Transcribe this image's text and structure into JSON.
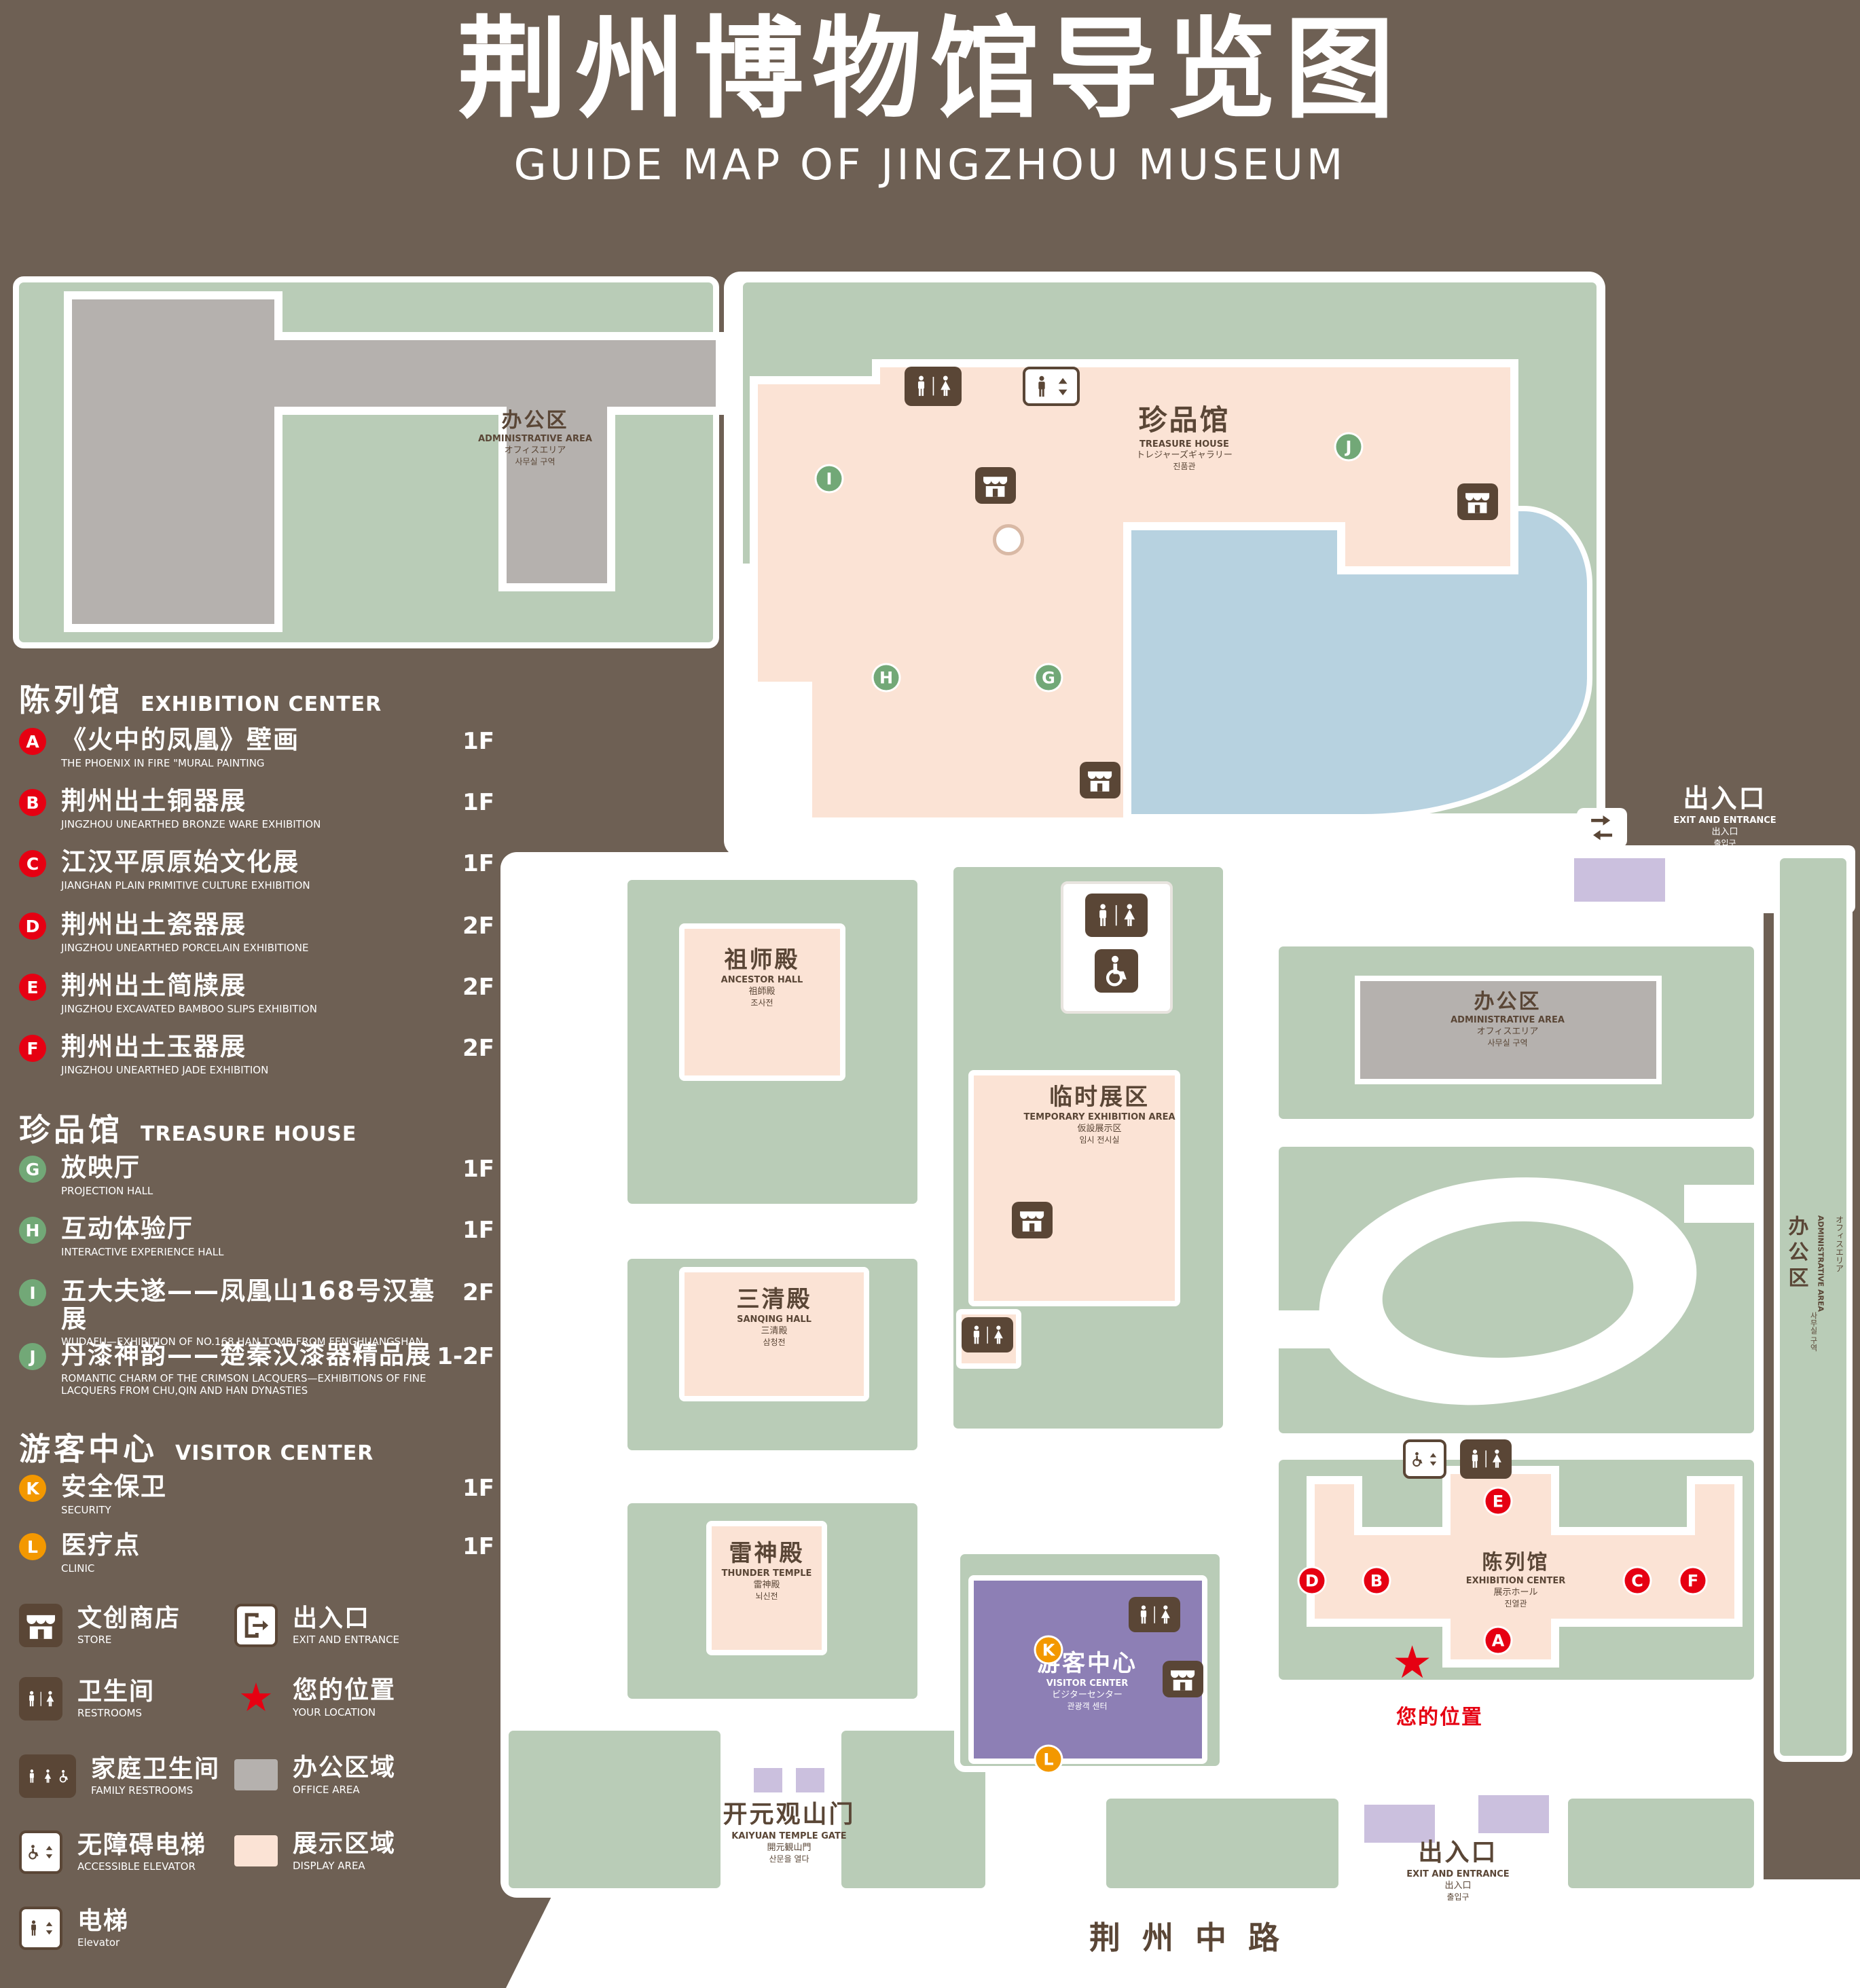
{
  "title": {
    "zh": "荆州博物馆导览图",
    "en": "GUIDE MAP OF JINGZHOU MUSEUM"
  },
  "icons": {
    "star": "★"
  },
  "legend": {
    "sections": [
      {
        "heading_zh": "陈列馆",
        "heading_en": "EXHIBITION CENTER",
        "items": [
          {
            "letter": "A",
            "zh": "《火中的凤凰》壁画",
            "en": "THE PHOENIX IN FIRE \"MURAL PAINTING",
            "floor": "1F"
          },
          {
            "letter": "B",
            "zh": "荆州出土铜器展",
            "en": "JINGZHOU UNEARTHED BRONZE WARE EXHIBITION",
            "floor": "1F"
          },
          {
            "letter": "C",
            "zh": "江汉平原原始文化展",
            "en": "JIANGHAN PLAIN PRIMITIVE CULTURE EXHIBITION",
            "floor": "1F"
          },
          {
            "letter": "D",
            "zh": "荆州出土瓷器展",
            "en": "JINGZHOU UNEARTHED PORCELAIN EXHIBITIONE",
            "floor": "2F"
          },
          {
            "letter": "E",
            "zh": "荆州出土简牍展",
            "en": "JINGZHOU EXCAVATED BAMBOO SLIPS EXHIBITION",
            "floor": "2F"
          },
          {
            "letter": "F",
            "zh": "荆州出土玉器展",
            "en": "JINGZHOU UNEARTHED JADE EXHIBITION",
            "floor": "2F"
          }
        ]
      },
      {
        "heading_zh": "珍品馆",
        "heading_en": "TREASURE HOUSE",
        "items": [
          {
            "letter": "G",
            "zh": "放映厅",
            "en": "PROJECTION HALL",
            "floor": "1F"
          },
          {
            "letter": "H",
            "zh": "互动体验厅",
            "en": "INTERACTIVE EXPERIENCE HALL",
            "floor": "1F"
          },
          {
            "letter": "I",
            "zh": "五大夫遂——凤凰山168号汉墓展",
            "en": "WUDAFU—EXHIBITION OF NO.168 HAN TOMB FROM FENGHUANGSHAN",
            "floor": "2F"
          },
          {
            "letter": "J",
            "zh": "丹漆神韵——楚秦汉漆器精品展",
            "en": "ROMANTIC CHARM OF THE CRIMSON LACQUERS—EXHIBITIONS OF FINE LACQUERS FROM CHU,QIN AND HAN DYNASTIES",
            "floor": "1-2F"
          }
        ]
      },
      {
        "heading_zh": "游客中心",
        "heading_en": "VISITOR CENTER",
        "items": [
          {
            "letter": "K",
            "zh": "安全保卫",
            "en": "SECURITY",
            "floor": "1F"
          },
          {
            "letter": "L",
            "zh": "医疗点",
            "en": "CLINIC",
            "floor": "1F"
          }
        ]
      }
    ],
    "symbols": [
      {
        "zh": "文创商店",
        "en": "STORE"
      },
      {
        "zh": "卫生间",
        "en": "RESTROOMS"
      },
      {
        "zh": "家庭卫生间",
        "en": "FAMILY RESTROOMS"
      },
      {
        "zh": "无障碍电梯",
        "en": "ACCESSIBLE ELEVATOR"
      },
      {
        "zh": "电梯",
        "en": "Elevator"
      },
      {
        "zh": "出入口",
        "en": "EXIT AND ENTRANCE"
      },
      {
        "zh": "您的位置",
        "en": "YOUR LOCATION"
      },
      {
        "zh": "办公区域",
        "en": "OFFICE AREA"
      },
      {
        "zh": "展示区域",
        "en": "DISPLAY AREA"
      }
    ]
  },
  "map": {
    "admin_top": {
      "zh": "办公区",
      "en": "ADMINISTRATIVE AREA",
      "jp": "オフィスエリア",
      "kr": "사무실 구역"
    },
    "treasure_house": {
      "zh": "珍品馆",
      "en": "TREASURE HOUSE",
      "jp": "トレジャーズギャラリー",
      "kr": "진품관"
    },
    "ancestor_hall": {
      "zh": "祖师殿",
      "en": "ANCESTOR HALL",
      "jp": "祖師殿",
      "kr": "조사전"
    },
    "temporary_area": {
      "zh": "临时展区",
      "en": "TEMPORARY EXHIBITION AREA",
      "jp": "仮設展示区",
      "kr": "임시 전시실"
    },
    "sanqing_hall": {
      "zh": "三清殿",
      "en": "SANQING HALL",
      "jp": "三清殿",
      "kr": "삼청전"
    },
    "thunder_temple": {
      "zh": "雷神殿",
      "en": "THUNDER TEMPLE",
      "jp": "雷神殿",
      "kr": "뇌신전"
    },
    "visitor_center": {
      "zh": "游客中心",
      "en": "VISITOR CENTER",
      "jp": "ビジターセンター",
      "kr": "관광객 센터"
    },
    "admin_mid": {
      "zh": "办公区",
      "en": "ADMINISTRATIVE AREA",
      "jp": "オフィスエリア",
      "kr": "사무실 구역"
    },
    "admin_right": {
      "zh": "办公区",
      "en": "ADMINISTRATIVE AREA",
      "jp": "オフィスエリア",
      "kr": "사무실 구역"
    },
    "exhibition_center": {
      "zh": "陈列馆",
      "en": "EXHIBITION CENTER",
      "jp": "展示ホール",
      "kr": "진열관"
    },
    "exit_top": {
      "zh": "出入口",
      "en": "EXIT AND ENTRANCE",
      "jp": "出入口",
      "kr": "출입구"
    },
    "exit_bottom": {
      "zh": "出入口",
      "en": "EXIT AND ENTRANCE",
      "jp": "出入口",
      "kr": "출입구"
    },
    "gate": {
      "zh": "开元观山门",
      "en": "KAIYUAN TEMPLE GATE",
      "jp": "開元観山門",
      "kr": "산문을 열다"
    },
    "road": "荆州中路",
    "your_location": "您的位置",
    "markers": {
      "A": "A",
      "B": "B",
      "C": "C",
      "D": "D",
      "E": "E",
      "F": "F",
      "G": "G",
      "H": "H",
      "I": "I",
      "J": "J",
      "K": "K",
      "L": "L"
    }
  }
}
